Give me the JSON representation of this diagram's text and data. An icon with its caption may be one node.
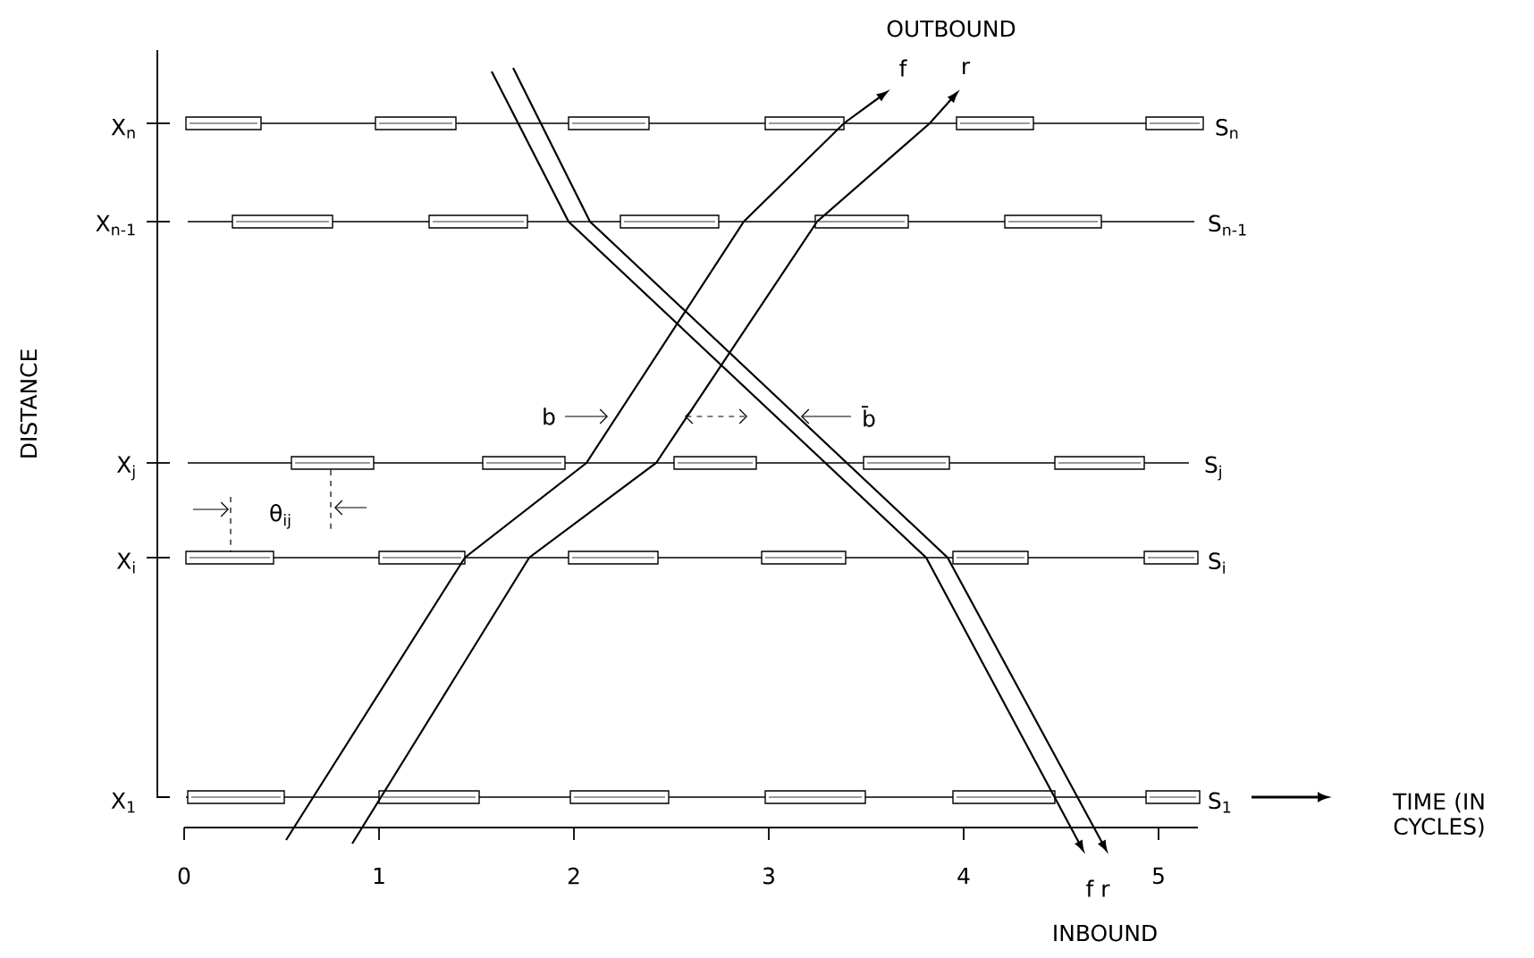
{
  "diagram": {
    "labels": [
      "OUTBOUND",
      "f",
      "r",
      "X$_{n}$",
      "S$_{n}$",
      "X$_{n-1}$",
      "S$_{n-1}$",
      "DISTANCE",
      "b",
      "b̄",
      "X$_{j}$",
      "S$_{j}$",
      "θ$_{ij}$",
      "X$_{i}$",
      "S$_{i}$",
      "X$_{1}$",
      "S$_{1}$",
      "TIME (IN CYCLES)",
      "0",
      "1",
      "2",
      "3",
      "4",
      "5",
      "f r",
      "INBOUND"
    ]
  }
}
